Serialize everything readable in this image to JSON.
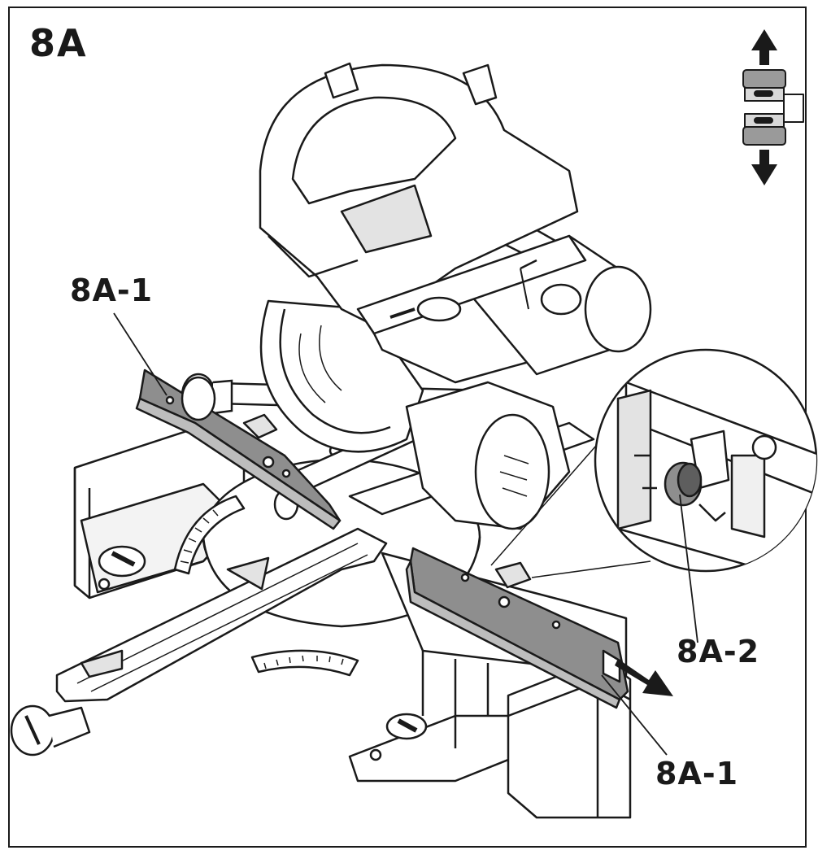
{
  "figure": {
    "id": "8A",
    "callouts": [
      "8A-1",
      "8A-2",
      "8A-1"
    ]
  },
  "colors": {
    "outline": "#1a1a1a",
    "fence_fill": "#8e8e8e",
    "panel_fill": "#ffffff",
    "light_fill": "#e3e3e3",
    "mid_fill": "#bdbdbd"
  },
  "icons": [
    "up-arrow-icon",
    "down-arrow-icon",
    "fence-clamp-icon",
    "pull-direction-arrow-icon"
  ]
}
